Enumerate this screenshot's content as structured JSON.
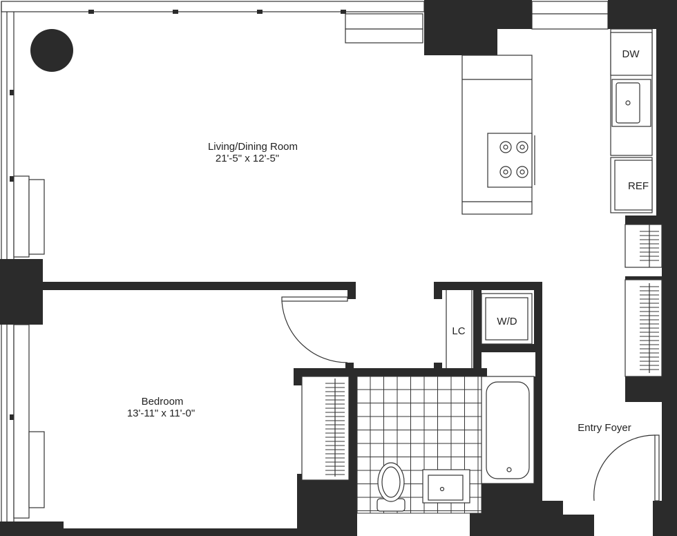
{
  "rooms": {
    "living": {
      "name": "Living/Dining Room",
      "size": "21'-5\" x 12'-5\""
    },
    "bedroom": {
      "name": "Bedroom",
      "size": "13'-11\" x 11'-0\""
    },
    "foyer": {
      "name": "Entry Foyer"
    }
  },
  "fixtures": {
    "dishwasher": "DW",
    "refrigerator": "REF",
    "washer_dryer": "W/D",
    "linen_closet": "LC"
  },
  "colors": {
    "wall": "#2b2b2b",
    "line": "#333333",
    "background": "#ffffff"
  }
}
